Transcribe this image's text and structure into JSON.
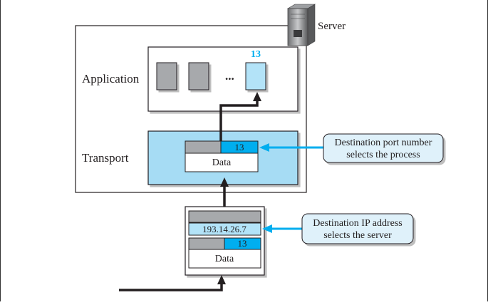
{
  "server": {
    "label": "Server"
  },
  "application": {
    "label": "Application",
    "ellipsis": "...",
    "port": "13"
  },
  "transport": {
    "label": "Transport",
    "port": "13",
    "data": "Data"
  },
  "packet": {
    "ip": "193.14.26.7",
    "port": "13",
    "data": "Data"
  },
  "callouts": {
    "port": {
      "line1": "Destination port number",
      "line2": "selects the process"
    },
    "ip": {
      "line1": "Destination IP address",
      "line2": "selects the server"
    }
  },
  "colors": {
    "accent_blue": "#00aeef",
    "light_blue": "#b3e3f8",
    "transport_fill": "#a6dcf4",
    "gray_box": "#a7a9ac",
    "callout_fill": "#dff1fa"
  }
}
